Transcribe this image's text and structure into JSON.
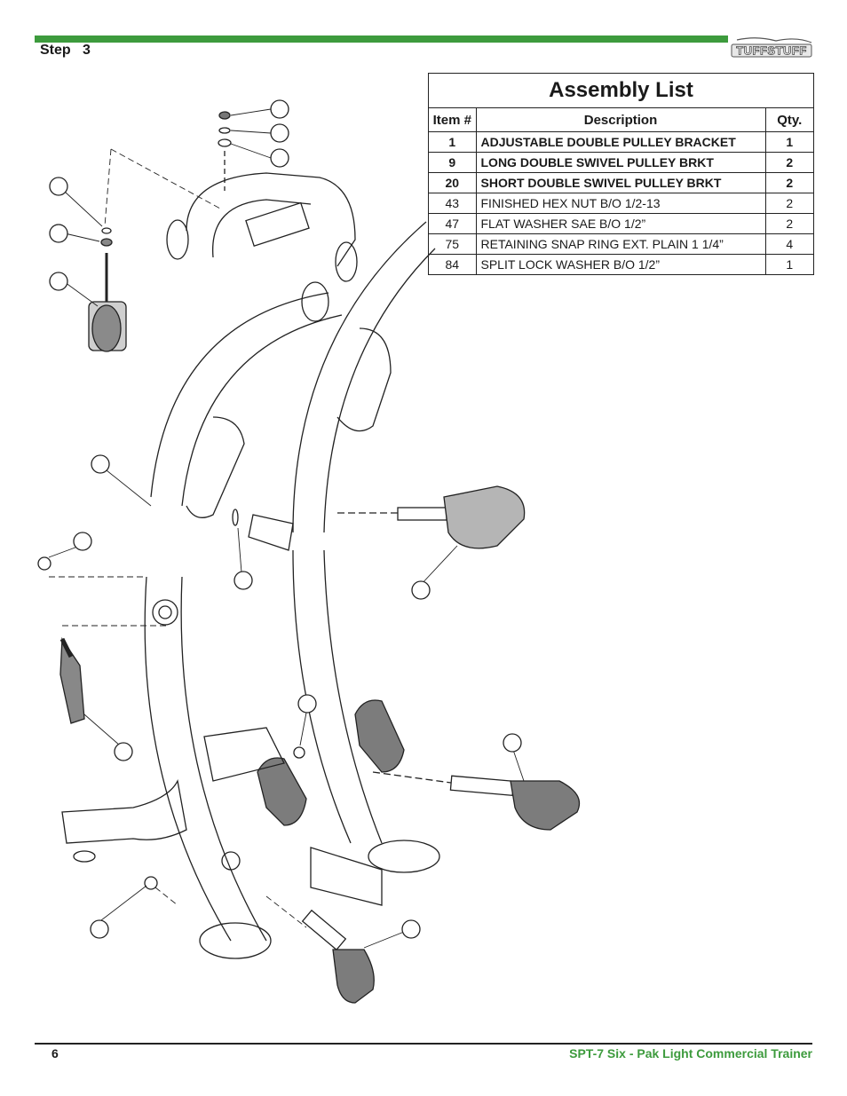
{
  "header": {
    "step_label": "Step",
    "step_number": "3",
    "brand_logo": "TUFFSTUFF",
    "accent_color": "#3d9b3d"
  },
  "assembly_list": {
    "title": "Assembly List",
    "columns": [
      "Item #",
      "Description",
      "Qty."
    ],
    "rows": [
      {
        "item": "1",
        "description": "ADJUSTABLE DOUBLE PULLEY BRACKET",
        "qty": "1",
        "bold": true
      },
      {
        "item": "9",
        "description": "LONG DOUBLE SWIVEL PULLEY BRKT",
        "qty": "2",
        "bold": true
      },
      {
        "item": "20",
        "description": "SHORT DOUBLE SWIVEL PULLEY BRKT",
        "qty": "2",
        "bold": true
      },
      {
        "item": "43",
        "description": "FINISHED HEX NUT B/O 1/2-13",
        "qty": "2",
        "bold": false
      },
      {
        "item": "47",
        "description": "FLAT WASHER  SAE B/O 1/2”",
        "qty": "2",
        "bold": false
      },
      {
        "item": "75",
        "description": "RETAINING SNAP RING EXT. PLAIN 1 1/4”",
        "qty": "4",
        "bold": false
      },
      {
        "item": "84",
        "description": "SPLIT LOCK WASHER B/O 1/2”",
        "qty": "1",
        "bold": false
      }
    ]
  },
  "footer": {
    "page_number": "6",
    "manual_title": "SPT-7   Six - Pak Light Commercial Trainer"
  }
}
